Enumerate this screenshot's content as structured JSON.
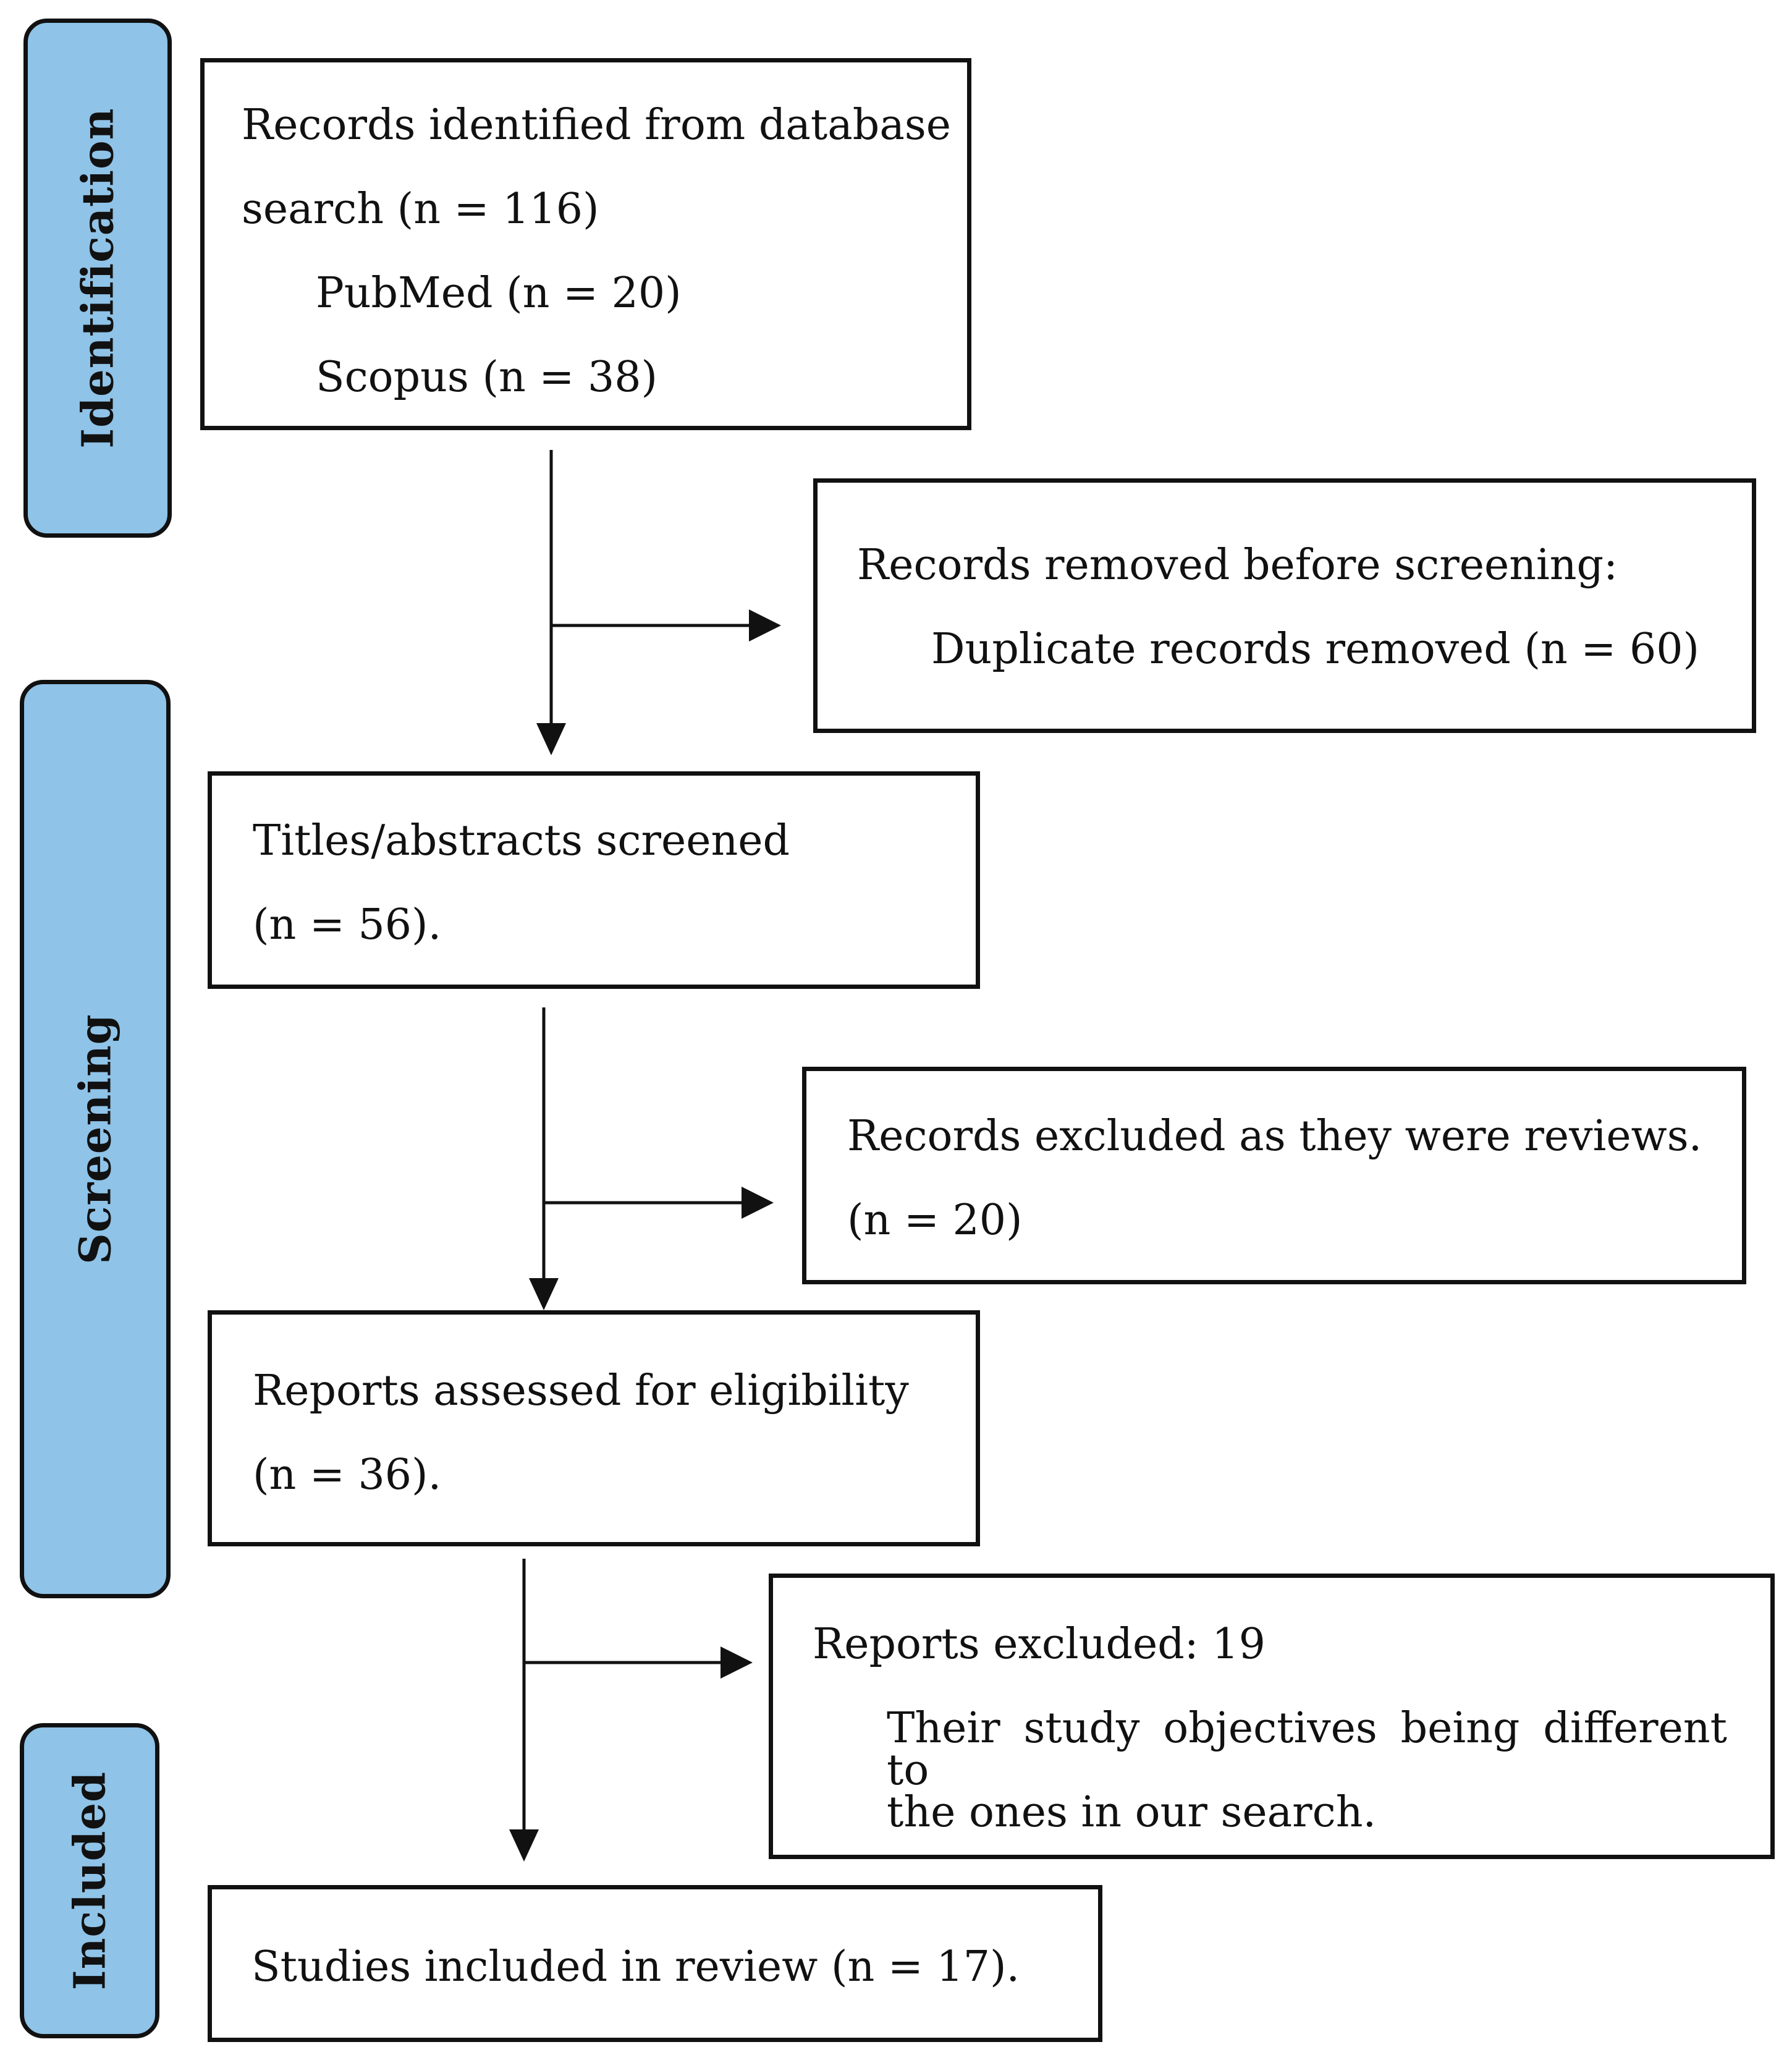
{
  "colors": {
    "phase_fill": "#8fc3e8",
    "stroke": "#111111",
    "background": "#ffffff"
  },
  "phases": {
    "identification": "Identification",
    "screening": "Screening",
    "included": "Included"
  },
  "boxes": {
    "records_identified": {
      "line1": "Records identified from database",
      "line2": "search (n = 116)",
      "line3": "PubMed (n = 20)",
      "line4": "Scopus (n = 38)"
    },
    "records_removed": {
      "line1": "Records removed before screening:",
      "line2": "Duplicate records removed (n = 60)"
    },
    "titles_screened": {
      "line1": "Titles/abstracts screened",
      "line2": "(n = 56)."
    },
    "records_excluded": {
      "line1": "Records excluded as they were reviews.",
      "line2": "(n = 20)"
    },
    "reports_assessed": {
      "line1": "Reports assessed for eligibility",
      "line2": "(n = 36)."
    },
    "reports_excluded": {
      "line1": "Reports excluded: 19",
      "line2": "Their study objectives being different to",
      "line3": "the ones in our search."
    },
    "studies_included": {
      "line1": "Studies included in review (n = 17)."
    }
  }
}
